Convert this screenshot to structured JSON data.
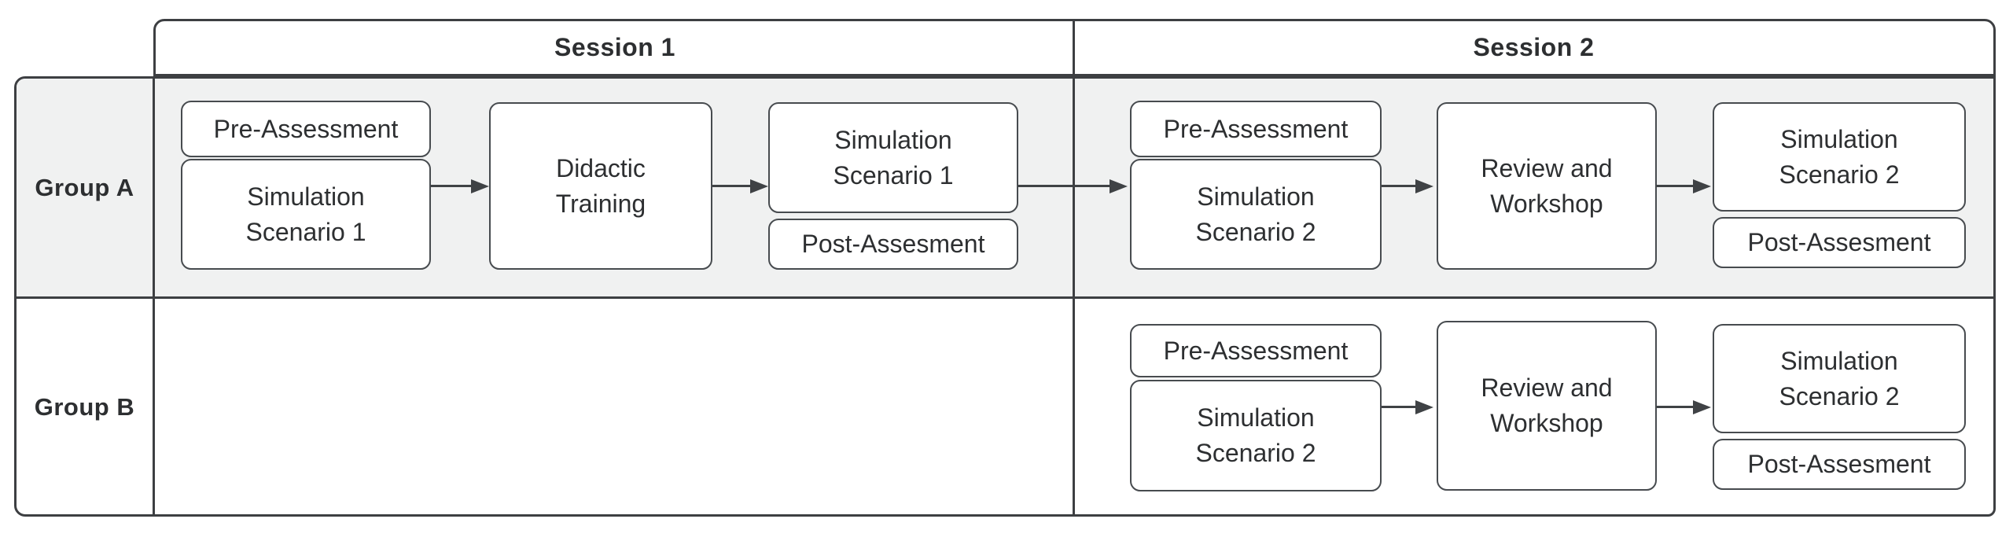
{
  "headers": {
    "session1": "Session 1",
    "session2": "Session 2"
  },
  "groups": {
    "group_a": "Group A",
    "group_b": "Group B"
  },
  "group_a": {
    "session1": {
      "pre": "Pre-Assessment",
      "sim_stack": "Simulation\nScenario 1",
      "middle": "Didactic\nTraining",
      "sim_out": "Simulation\nScenario 1",
      "post": "Post-Assesment"
    },
    "session2": {
      "pre": "Pre-Assessment",
      "sim_stack": "Simulation\nScenario 2",
      "middle": "Review and\nWorkshop",
      "sim_out": "Simulation\nScenario 2",
      "post": "Post-Assesment"
    }
  },
  "group_b": {
    "session2": {
      "pre": "Pre-Assessment",
      "sim_stack": "Simulation\nScenario 2",
      "middle": "Review and\nWorkshop",
      "sim_out": "Simulation\nScenario 2",
      "post": "Post-Assesment"
    }
  },
  "colors": {
    "table_border": "#3d3f42",
    "box_border": "#474b4f",
    "row_a_bg": "#f0f1f1",
    "text": "#2d2f31",
    "arrow": "#3f4245"
  }
}
